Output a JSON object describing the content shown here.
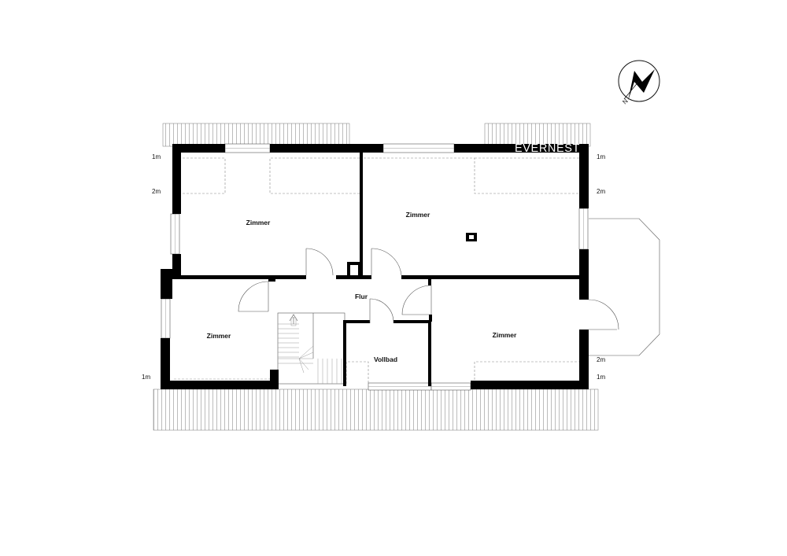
{
  "brand": {
    "logo_text": "EVERNEST"
  },
  "rooms": {
    "zimmer_top_left": "Zimmer",
    "zimmer_top_right": "Zimmer",
    "zimmer_bottom_left": "Zimmer",
    "zimmer_bottom_right": "Zimmer",
    "flur": "Flur",
    "vollbad": "Vollbad"
  },
  "dimensions": {
    "left_1m": "1m",
    "left_2m": "2m",
    "left_bottom_1m": "1m",
    "right_1m": "1m",
    "right_2m": "2m",
    "right_bottom_2m": "2m",
    "right_bottom_1m": "1m"
  },
  "compass": {
    "label": "N"
  },
  "colors": {
    "wall": "#000000",
    "line": "#555555",
    "background": "#ffffff"
  }
}
